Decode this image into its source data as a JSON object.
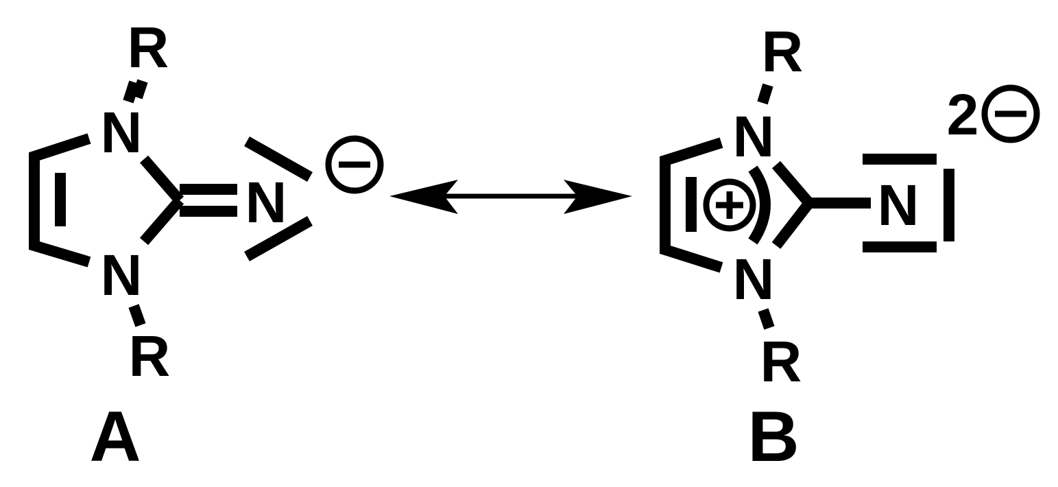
{
  "structures": [
    {
      "label": "A",
      "atoms": {
        "r_top": "R",
        "n_top": "N",
        "n_bottom": "N",
        "r_bottom": "R",
        "n_exo": "N"
      },
      "charge": "negative"
    },
    {
      "label": "B",
      "atoms": {
        "r_top": "R",
        "n_top": "N",
        "n_bottom": "N",
        "r_bottom": "R",
        "n_exo": "N"
      },
      "ring_charge": "positive",
      "overall_charge_count": "2",
      "overall_charge": "negative"
    }
  ],
  "arrow": {
    "type": "resonance-double-headed"
  },
  "colors": {
    "ink": "#000000",
    "background": "#ffffff"
  }
}
